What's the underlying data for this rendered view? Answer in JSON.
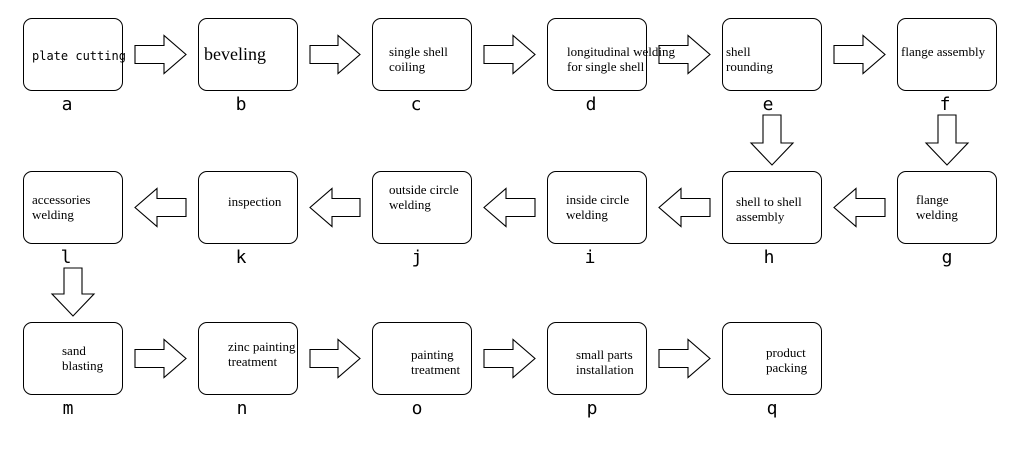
{
  "steps": [
    {
      "id": "a",
      "text": "plate cutting",
      "letter": "a"
    },
    {
      "id": "b",
      "text": "beveling",
      "letter": "b"
    },
    {
      "id": "c",
      "text": "single shell\ncoiling",
      "letter": "c"
    },
    {
      "id": "d",
      "text": "longitudinal welding\nfor single shell",
      "letter": "d"
    },
    {
      "id": "e",
      "text": "shell\nrounding",
      "letter": "e"
    },
    {
      "id": "f",
      "text": "flange assembly",
      "letter": "f"
    },
    {
      "id": "g",
      "text": "flange\nwelding",
      "letter": "g"
    },
    {
      "id": "h",
      "text": "shell to shell\nassembly",
      "letter": "h"
    },
    {
      "id": "i",
      "text": "inside circle\nwelding",
      "letter": "i"
    },
    {
      "id": "j",
      "text": "outside circle\nwelding",
      "letter": "j"
    },
    {
      "id": "k",
      "text": "inspection",
      "letter": "k"
    },
    {
      "id": "l",
      "text": "accessories\nwelding",
      "letter": "l"
    },
    {
      "id": "m",
      "text": "sand\nblasting",
      "letter": "m"
    },
    {
      "id": "n",
      "text": "zinc painting\ntreatment",
      "letter": "n"
    },
    {
      "id": "o",
      "text": "painting\ntreatment",
      "letter": "o"
    },
    {
      "id": "p",
      "text": "small parts\ninstallation",
      "letter": "p"
    },
    {
      "id": "q",
      "text": "product\npacking",
      "letter": "q"
    }
  ],
  "flow": [
    [
      "a",
      "b"
    ],
    [
      "b",
      "c"
    ],
    [
      "c",
      "d"
    ],
    [
      "d",
      "e"
    ],
    [
      "e",
      "f"
    ],
    [
      "f",
      "g"
    ],
    [
      "g",
      "h"
    ],
    [
      "e",
      "h"
    ],
    [
      "h",
      "i"
    ],
    [
      "i",
      "j"
    ],
    [
      "j",
      "k"
    ],
    [
      "k",
      "l"
    ],
    [
      "l",
      "m"
    ],
    [
      "m",
      "n"
    ],
    [
      "n",
      "o"
    ],
    [
      "o",
      "p"
    ],
    [
      "p",
      "q"
    ]
  ]
}
